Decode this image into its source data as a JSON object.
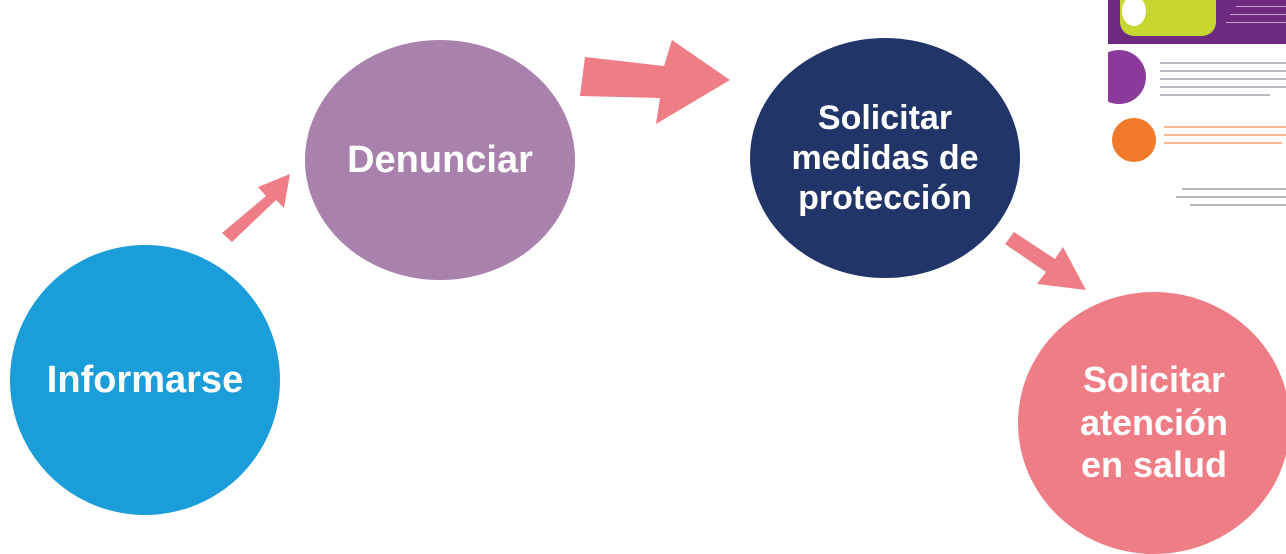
{
  "colors": {
    "informarse": "#1a9dd9",
    "denunciar": "#a882ac",
    "medidas": "#213569",
    "salud": "#ee7d86",
    "arrow": "#ee7d86"
  },
  "steps": [
    {
      "id": "informarse",
      "label": "Informarse"
    },
    {
      "id": "denunciar",
      "label": "Denunciar"
    },
    {
      "id": "medidas",
      "label": "Solicitar\nmedidas de\nprotección"
    },
    {
      "id": "salud",
      "label": "Solicitar\natención\nen salud"
    }
  ]
}
